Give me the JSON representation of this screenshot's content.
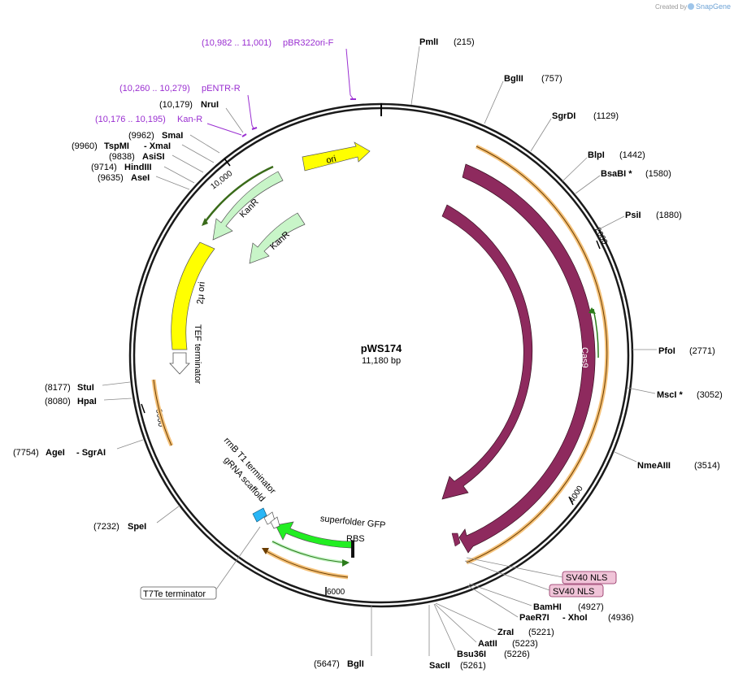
{
  "credit": {
    "text": "Created by",
    "brand": "SnapGene"
  },
  "plasmid": {
    "name": "pWS174",
    "size_label": "11,180 bp",
    "length": 11180
  },
  "ticks": [
    {
      "pos": 0,
      "label": ""
    },
    {
      "pos": 2000,
      "label": "2000"
    },
    {
      "pos": 4000,
      "label": "4000"
    },
    {
      "pos": 6000,
      "label": "6000"
    },
    {
      "pos": 8000,
      "label": "8000"
    },
    {
      "pos": 10000,
      "label": "10,000"
    }
  ],
  "enzymes_right": [
    {
      "name": "PmlI",
      "pos": "(215)",
      "site": 215
    },
    {
      "name": "BglII",
      "pos": "(757)",
      "site": 757
    },
    {
      "name": "SgrDI",
      "pos": "(1129)",
      "site": 1129
    },
    {
      "name": "BlpI",
      "pos": "(1442)",
      "site": 1442
    },
    {
      "name": "BsaBI *",
      "pos": "(1580)",
      "site": 1580
    },
    {
      "name": "PsiI",
      "pos": "(1880)",
      "site": 1880
    },
    {
      "name": "PfoI",
      "pos": "(2771)",
      "site": 2771
    },
    {
      "name": "MscI *",
      "pos": "(3052)",
      "site": 3052
    },
    {
      "name": "NmeAIII",
      "pos": "(3514)",
      "site": 3514
    },
    {
      "name": "BamHI",
      "pos": "(4927)",
      "site": 4927
    },
    {
      "name": "PaeR7I",
      "name2": "- XhoI",
      "pos": "(4936)",
      "site": 4936
    },
    {
      "name": "ZraI",
      "pos": "(5221)",
      "site": 5221
    },
    {
      "name": "AatII",
      "pos": "(5223)",
      "site": 5223
    },
    {
      "name": "Bsu36I",
      "pos": "(5226)",
      "site": 5226
    },
    {
      "name": "SacII",
      "pos": "(5261)",
      "site": 5261
    }
  ],
  "enzymes_left": [
    {
      "name": "BglI",
      "pos": "(5647)",
      "site": 5647
    },
    {
      "name": "SpeI",
      "pos": "(7232)",
      "site": 7232
    },
    {
      "name": "AgeI",
      "name2": "- SgrAI",
      "pos": "(7754)",
      "site": 7754
    },
    {
      "name": "HpaI",
      "pos": "(8080)",
      "site": 8080
    },
    {
      "name": "StuI",
      "pos": "(8177)",
      "site": 8177
    },
    {
      "name": "AseI",
      "pos": "(9635)",
      "site": 9635
    },
    {
      "name": "HindIII",
      "pos": "(9714)",
      "site": 9714
    },
    {
      "name": "AsiSI",
      "pos": "(9838)",
      "site": 9838
    },
    {
      "name": "TspMI",
      "name2": "- XmaI",
      "pos": "(9960)",
      "site": 9960
    },
    {
      "name": "SmaI",
      "pos": "(9962)",
      "site": 9962
    },
    {
      "name": "NruI",
      "pos": "(10,179)",
      "site": 10179
    }
  ],
  "primers": [
    {
      "range": "(10,982 .. 11,001)",
      "name": "pBR322ori-F",
      "pos": 10991
    },
    {
      "range": "(10,260 .. 10,279)",
      "name": "pENTR-R",
      "pos": 10270
    },
    {
      "range": "(10,176 .. 10,195)",
      "name": "Kan-R",
      "pos": 10185
    }
  ],
  "features": [
    {
      "name": "ori",
      "type": "ori"
    },
    {
      "name": "KanR",
      "type": "marker"
    },
    {
      "name": "KanR",
      "type": "marker"
    },
    {
      "name": "2μ ori",
      "type": "ori"
    },
    {
      "name": "TEF terminator",
      "type": "terminator"
    },
    {
      "name": "Cas9",
      "type": "cds"
    },
    {
      "name": "Cas9",
      "type": "cds"
    },
    {
      "name": "superfolder GFP",
      "type": "cds"
    },
    {
      "name": "RBS",
      "type": "rbs"
    },
    {
      "name": "rrnB T1 terminator",
      "type": "terminator"
    },
    {
      "name": "gRNA scaffold",
      "type": "misc"
    },
    {
      "name": "SV40 NLS",
      "type": "nls"
    },
    {
      "name": "SV40 NLS",
      "type": "nls"
    },
    {
      "name": "T7Te terminator",
      "type": "terminator"
    }
  ],
  "colors": {
    "backbone": "#1a1a1a",
    "cas9": "#8e2a5e",
    "ori": "#ffff00",
    "kanr": "#c8f5c8",
    "gfp": "#22ee22",
    "orf_orange": "#f5c27a",
    "primer": "#9a2fd1",
    "nls": "#f0c4d8",
    "gRNA": "#29b6f6"
  }
}
